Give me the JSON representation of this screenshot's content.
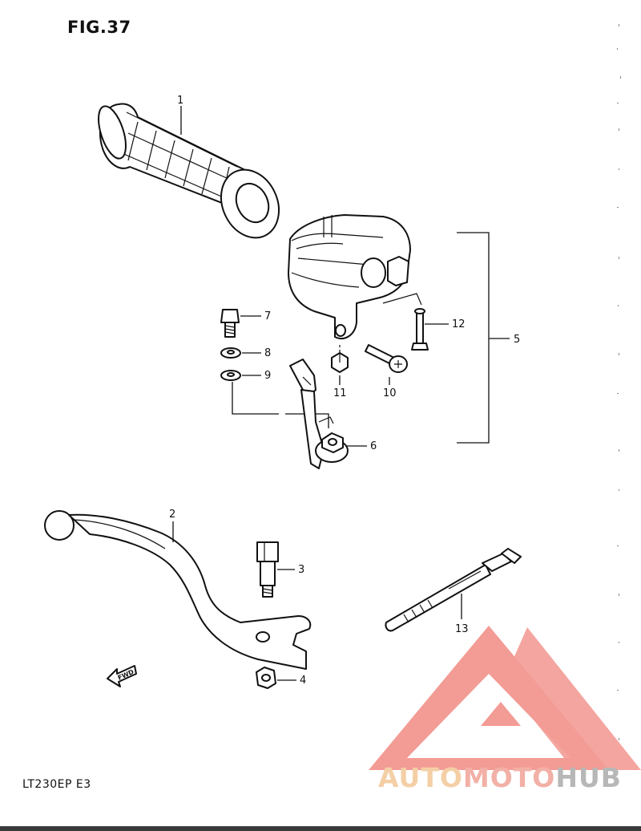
{
  "figure": {
    "title": "FIG.37",
    "model_code": "LT230EP  E3"
  },
  "callouts": [
    "1",
    "2",
    "3",
    "4",
    "5",
    "6",
    "7",
    "8",
    "9",
    "10",
    "11",
    "12",
    "13"
  ],
  "fwd_arrow_label": "FWD",
  "watermark": {
    "part1": "AUTO",
    "part2": "MOTO",
    "part3": "HUB",
    "colors": {
      "auto": "#f4cfa6",
      "moto": "#f2b0a6",
      "hub": "#b7b7b7",
      "logo": "#f07a72"
    }
  }
}
